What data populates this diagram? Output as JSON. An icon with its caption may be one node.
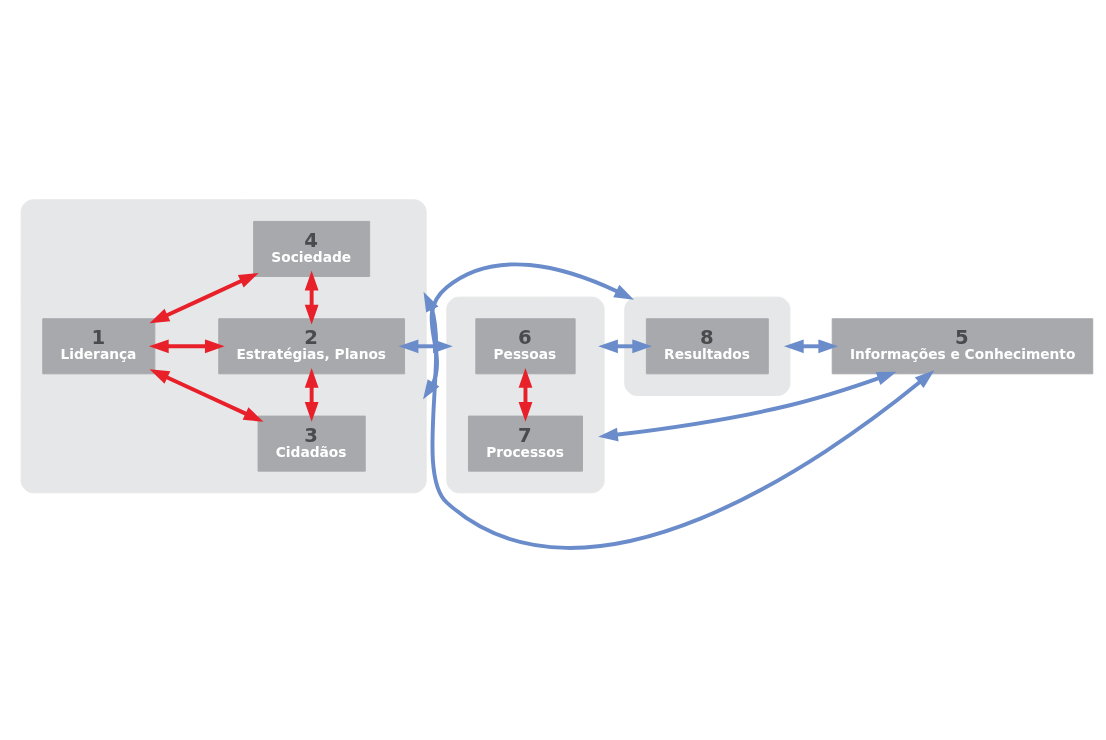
{
  "diagram": {
    "nodes": [
      {
        "text": [],
        "shape": "box"
      },
      {
        "text": [
          "1",
          "Liderança"
        ],
        "in": 0
      },
      {
        "text": [
          "3",
          "Cidadãos"
        ],
        "in": 0
      },
      {
        "text": [
          "2",
          "Estratégias, Planos"
        ],
        "in": 0
      },
      {
        "text": [
          "4",
          "Sociedade"
        ],
        "in": 0
      },
      {
        "text": [],
        "shape": "box"
      },
      {
        "text": [
          "6",
          "Pessoas"
        ],
        "in": 5
      },
      {
        "text": [
          "7",
          "Processos"
        ],
        "in": 5
      },
      {
        "text": [],
        "shape": "box"
      },
      {
        "text": [
          "8",
          "Resultados"
        ],
        "in": 8
      },
      {
        "text": [
          "5",
          "Informações e Conhecimento"
        ]
      }
    ],
    "edges": [
      {
        "from": 0,
        "to": 8,
        "arrow": "both"
      },
      {
        "from": 1,
        "to": 2,
        "arrow": "both",
        "color": "#e8202a"
      },
      {
        "from": 1,
        "to": 3,
        "arrow": "both",
        "color": "#e8202a"
      },
      {
        "from": 2,
        "to": 3,
        "arrow": "both",
        "color": "#e8202a"
      },
      {
        "from": 3,
        "to": 4,
        "arrow": "both",
        "color": "#e8202a"
      },
      {
        "from": 1,
        "to": 4,
        "arrow": "both",
        "color": "#e8202a"
      },
      {
        "from": 3,
        "to": 5,
        "arrow": "both"
      },
      {
        "from": 6,
        "to": 7,
        "arrow": "both",
        "color": "#e8202a"
      },
      {
        "from": 5,
        "to": 9,
        "arrow": "both"
      },
      {
        "from": 0,
        "to": 10,
        "arrow": "both"
      },
      {
        "from": 5,
        "to": 10,
        "arrow": "both"
      },
      {
        "from": 8,
        "to": 10,
        "arrow": "both"
      }
    ]
  }
}
